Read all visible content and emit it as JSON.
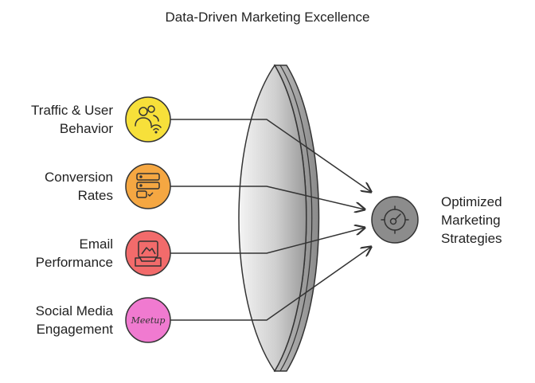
{
  "title": "Data-Driven Marketing Excellence",
  "inputs": [
    {
      "line1": "Traffic & User",
      "line2": "Behavior",
      "color": "#f7e03a",
      "icon": "users-wifi-icon"
    },
    {
      "line1": "Conversion",
      "line2": "Rates",
      "color": "#f5a742",
      "icon": "server-stack-icon"
    },
    {
      "line1": "Email",
      "line2": "Performance",
      "color": "#f26b6b",
      "icon": "inbox-tray-icon"
    },
    {
      "line1": "Social Media",
      "line2": "Engagement",
      "color": "#f07ad0",
      "icon": "meetup-logo-icon",
      "logo_text": "Meetup"
    }
  ],
  "output": {
    "line1": "Optimized",
    "line2": "Marketing",
    "line3": "Strategies",
    "color": "#8c8c8c",
    "icon": "target-gauge-icon"
  },
  "lens_color": "#d4d4d4"
}
